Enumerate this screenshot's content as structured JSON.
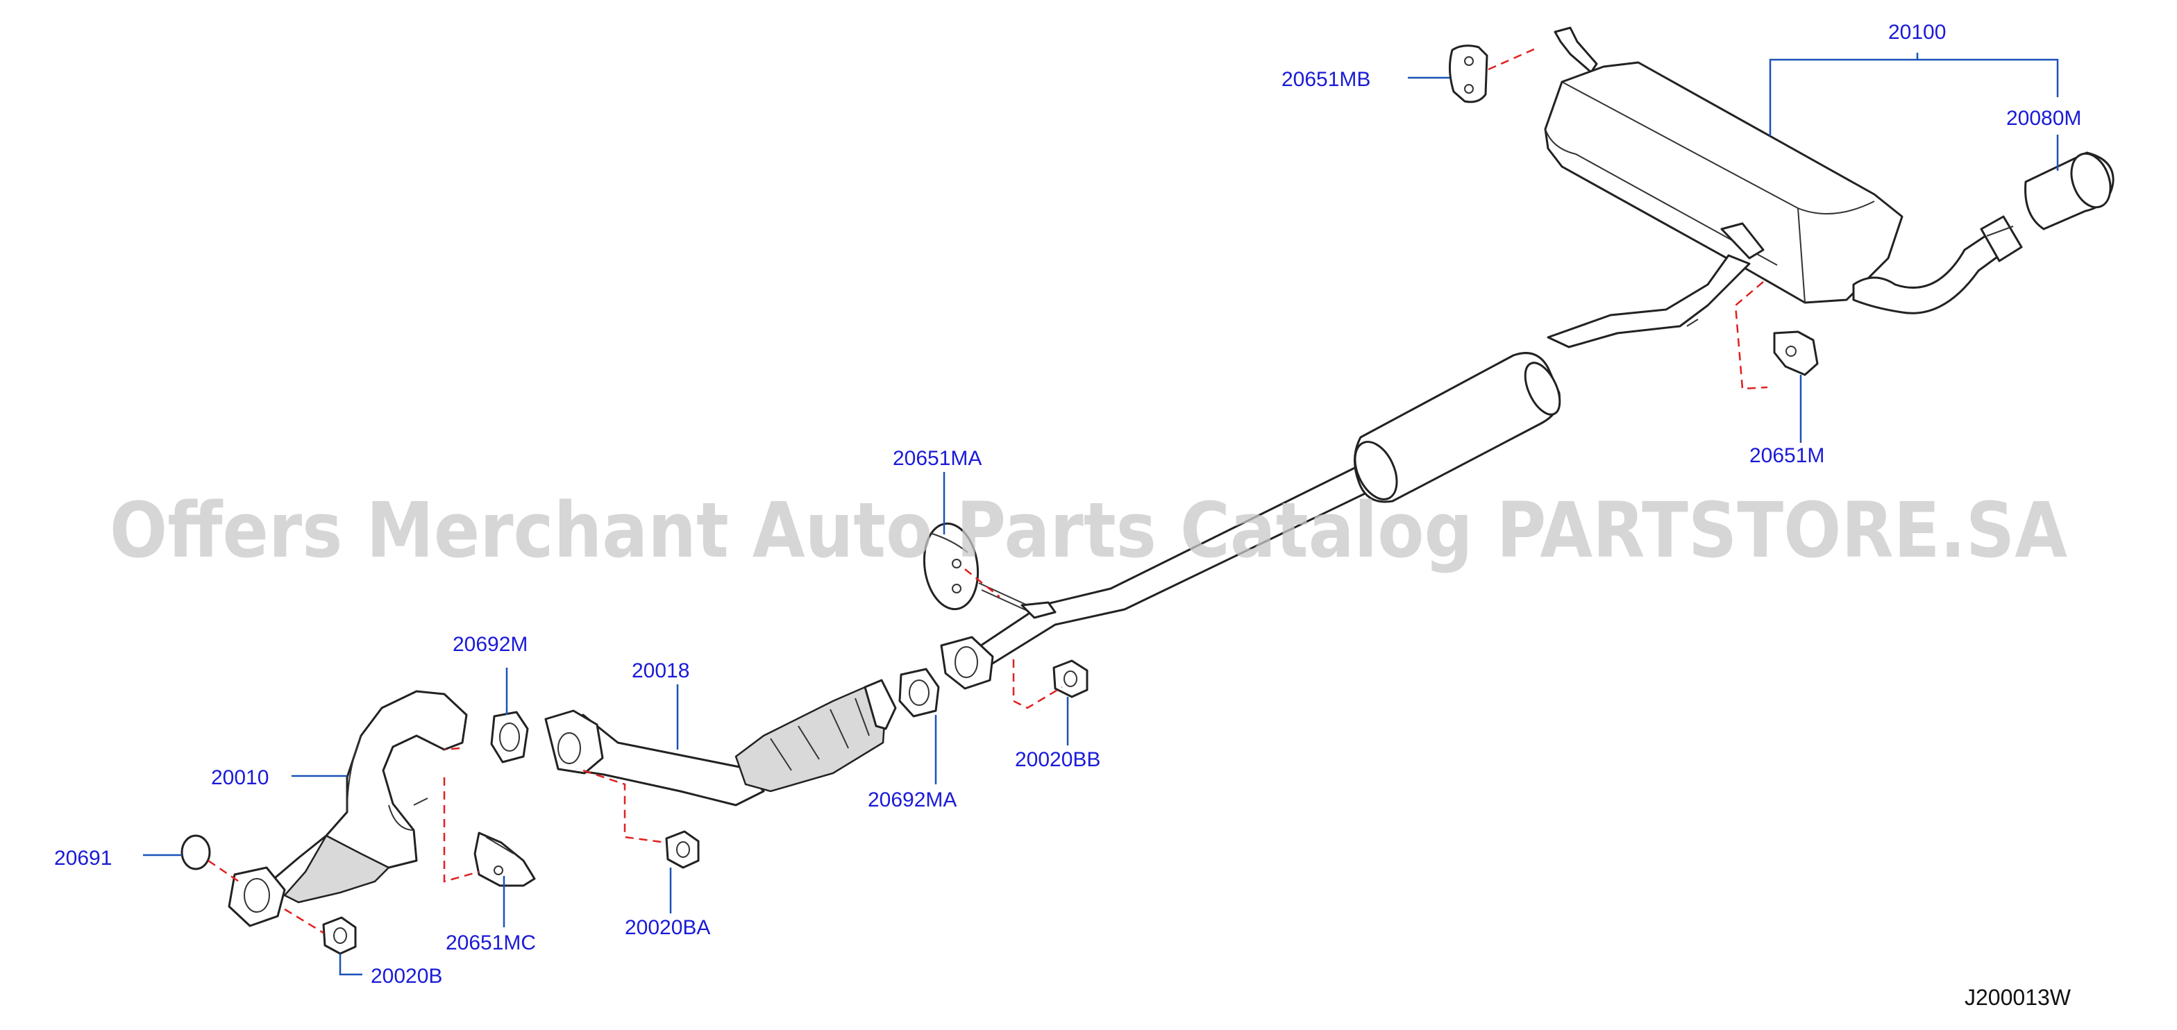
{
  "diagram": {
    "watermark": "Offers Merchant Auto Parts Catalog PARTSTORE.SA",
    "drawing_code": "J200013W",
    "labels": {
      "p20100": "20100",
      "p20651MB": "20651MB",
      "p20080M": "20080M",
      "p20651M": "20651M",
      "p20651MA": "20651MA",
      "p20692M": "20692M",
      "p20018": "20018",
      "p20010": "20010",
      "p20692MA": "20692MA",
      "p20020BB": "20020BB",
      "p20691": "20691",
      "p20651MC": "20651MC",
      "p20020BA": "20020BA",
      "p20020B": "20020B"
    },
    "colors": {
      "label": "#1a1ad8",
      "leader": "#1a52b8",
      "dashed_guide": "#e02020",
      "watermark": "#c8c8c8"
    }
  }
}
